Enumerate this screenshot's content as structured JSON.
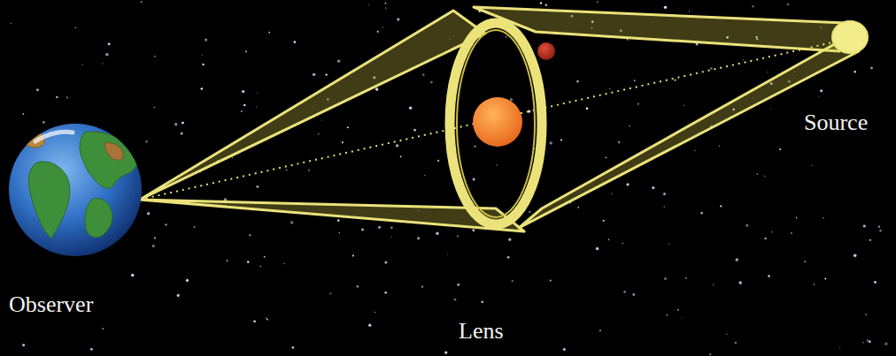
{
  "diagram": {
    "labels": [
      "Observer",
      "Lens",
      "Source"
    ]
  }
}
